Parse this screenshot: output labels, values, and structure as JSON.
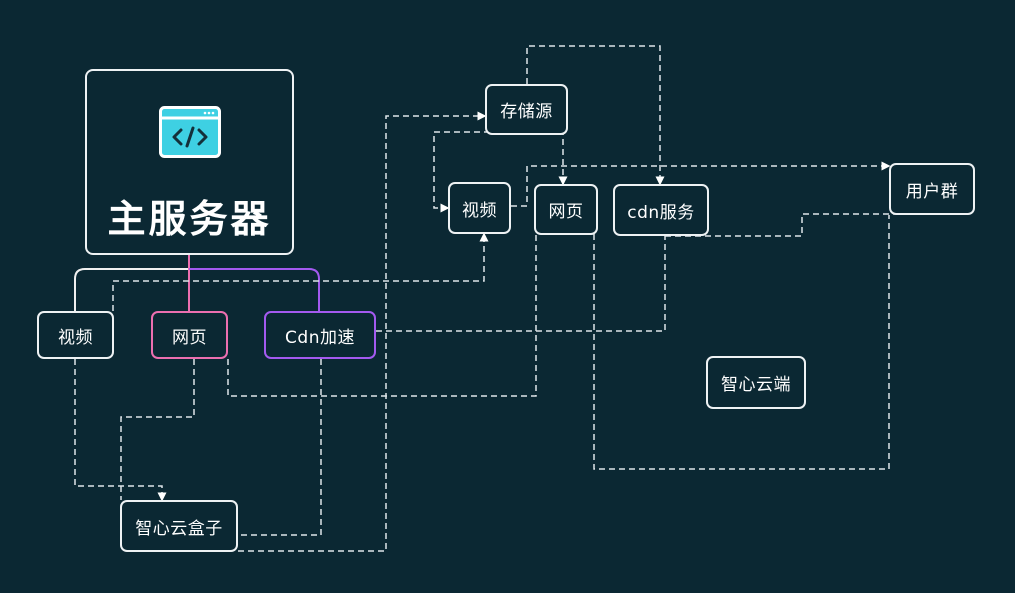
{
  "main_server": {
    "title": "主服务器",
    "icon": "code-window-icon"
  },
  "nodes": {
    "left_video": "视频",
    "left_webpage": "网页",
    "cdn_accel": "Cdn加速",
    "box": "智心云盒子",
    "storage": "存储源",
    "mid_video": "视频",
    "mid_webpage": "网页",
    "cdn_service": "cdn服务",
    "users": "用户群",
    "cloud_end": "智心云端"
  },
  "colors": {
    "background": "#0b2833",
    "node_border": "#eef2f4",
    "webpage_accent": "#ec6fb0",
    "cdn_accent": "#a45af0",
    "icon_fill": "#3ed0e3"
  }
}
